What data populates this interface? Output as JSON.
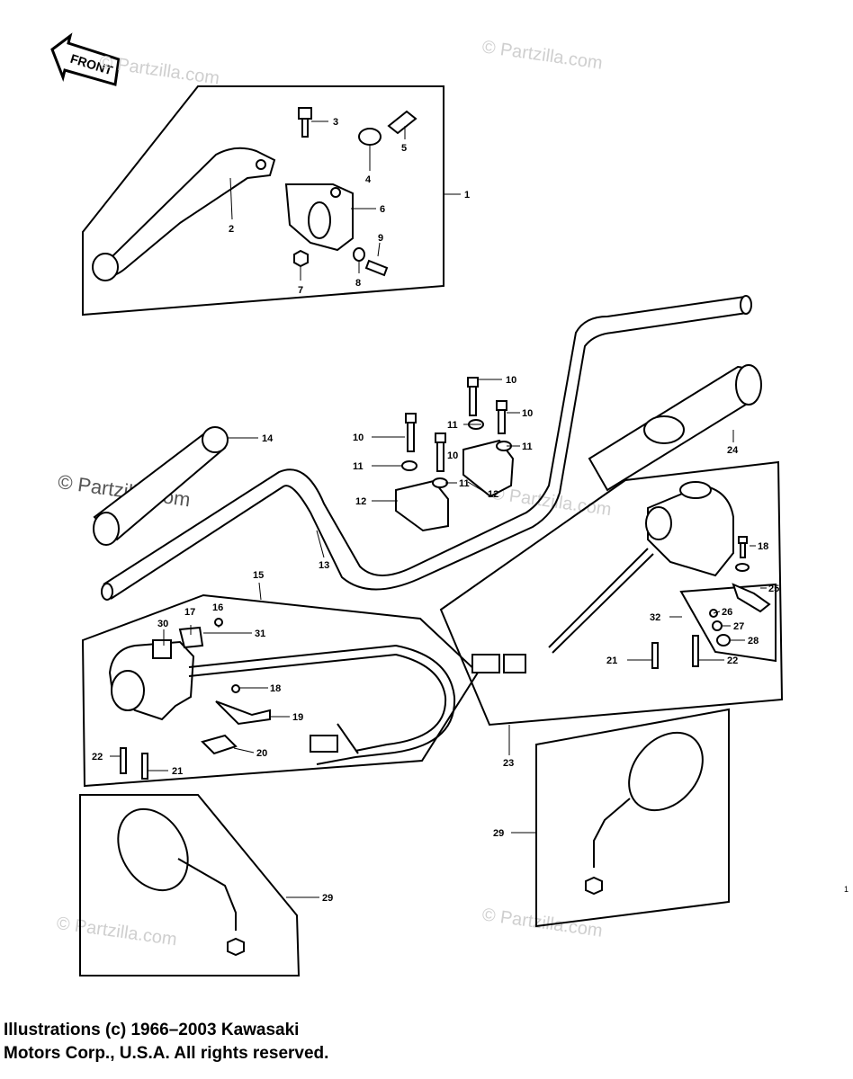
{
  "front_arrow": {
    "label": "FRONT"
  },
  "watermarks": [
    {
      "id": "wm1",
      "text": "© Partzilla.com"
    },
    {
      "id": "wm2",
      "text": "© Partzilla.com"
    },
    {
      "id": "wm3",
      "text": "© Partzilla.com"
    },
    {
      "id": "wm4",
      "text": "© Partzilla.com"
    },
    {
      "id": "wm5",
      "text": "© Partzilla.com"
    },
    {
      "id": "wm6",
      "text": "© Partzilla.com"
    }
  ],
  "callouts": {
    "c1": "1",
    "c2": "2",
    "c3": "3",
    "c4": "4",
    "c5": "5",
    "c6": "6",
    "c7": "7",
    "c8": "8",
    "c9": "9",
    "c10a": "10",
    "c10b": "10",
    "c10c": "10",
    "c10d": "10",
    "c11a": "11",
    "c11b": "11",
    "c11c": "11",
    "c11d": "11",
    "c12a": "12",
    "c12b": "12",
    "c13": "13",
    "c14": "14",
    "c15": "15",
    "c16": "16",
    "c17": "17",
    "c18a": "18",
    "c18b": "18",
    "c19": "19",
    "c20": "20",
    "c21a": "21",
    "c21b": "21",
    "c22a": "22",
    "c22b": "22",
    "c23": "23",
    "c24": "24",
    "c25": "25",
    "c26": "26",
    "c27": "27",
    "c28": "28",
    "c29a": "29",
    "c29b": "29",
    "c30": "30",
    "c31": "31",
    "c32": "32"
  },
  "page_marker": "1",
  "copyright": {
    "line1": "Illustrations (c) 1966–2003 Kawasaki",
    "line2": "Motors Corp., U.S.A.  All rights reserved."
  }
}
